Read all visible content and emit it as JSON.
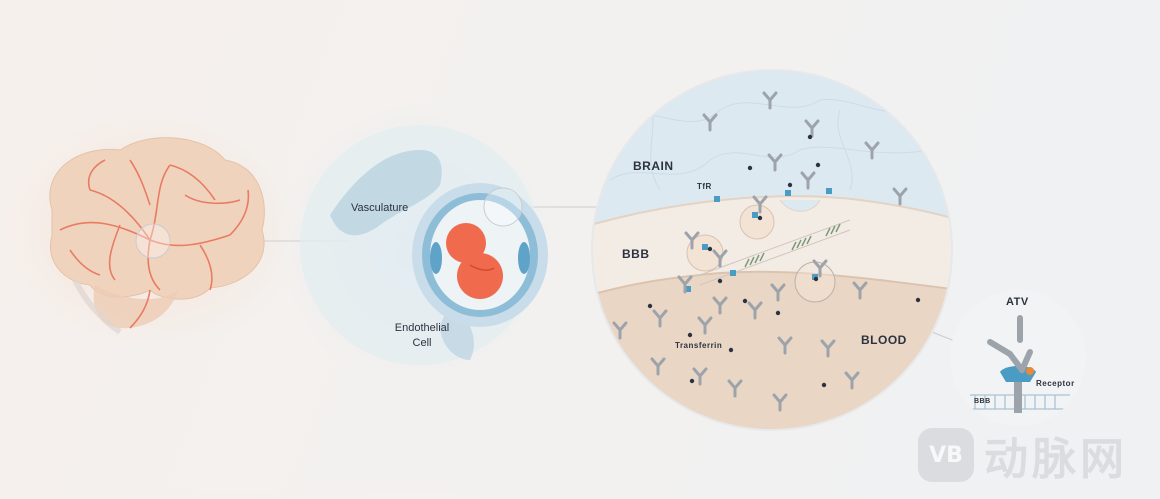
{
  "labels": {
    "vasculature": "Vasculature",
    "endothelial": "Endothelial",
    "cell": "Cell",
    "brain": "BRAIN",
    "tfr": "TfR",
    "bbb": "BBB",
    "blood": "BLOOD",
    "transferrin": "Transferrin",
    "atv": "ATV",
    "receptor": "Receptor",
    "bbb_small": "BBB"
  },
  "watermark": {
    "badge": "VB",
    "text": "动脉网"
  },
  "colors": {
    "brain_fill": "#f0d3bd",
    "vessel": "#e8735a",
    "brain_zone": "#dce8f0",
    "bbb_zone": "#f2ebe4",
    "blood_zone": "#ead6c5",
    "receptor_blue": "#4a9cc4",
    "antibody_grey": "#9da3aa",
    "red_cell": "#f06a4e"
  }
}
